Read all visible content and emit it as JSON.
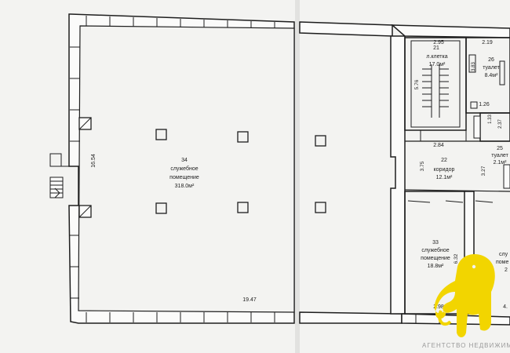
{
  "rooms": {
    "r34": {
      "number": "34",
      "line1": "служебное",
      "line2": "помещение",
      "area": "318.0м²"
    },
    "r21": {
      "number": "21",
      "name": "л.клетка",
      "area": "17.0м²"
    },
    "r26": {
      "number": "26",
      "name": "туалет",
      "area": "8.4м²"
    },
    "r25": {
      "number": "25",
      "name": "туалет",
      "area": "2.1м²"
    },
    "r22": {
      "number": "22",
      "name": "коридор",
      "area": "12.1м²"
    },
    "r33": {
      "number": "33",
      "line1": "служебное",
      "line2": "помещение",
      "area": "18.8м²"
    },
    "partial": {
      "line1": "слу",
      "line2": "поме",
      "line3": "2"
    }
  },
  "dims": {
    "d1654": "16.54",
    "d1947": "19.47",
    "d295": "2.95",
    "d219": "2.19",
    "d576": "5.76",
    "d126": "1.26",
    "d133": "1.33",
    "d237": "2.37",
    "d284": "2.84",
    "d375": "3.75",
    "d327": "3.27",
    "d632": "6.32",
    "d298": "2.98",
    "d4": "4.",
    "d383": "3.83"
  },
  "watermark": {
    "text": "АГЕНТСТВО НЕДВИЖИМОСТИ",
    "color": "#f2d500"
  },
  "colors": {
    "paper": "#f3f3f1",
    "ink": "#1e1e1e",
    "logo": "#f2d500"
  }
}
